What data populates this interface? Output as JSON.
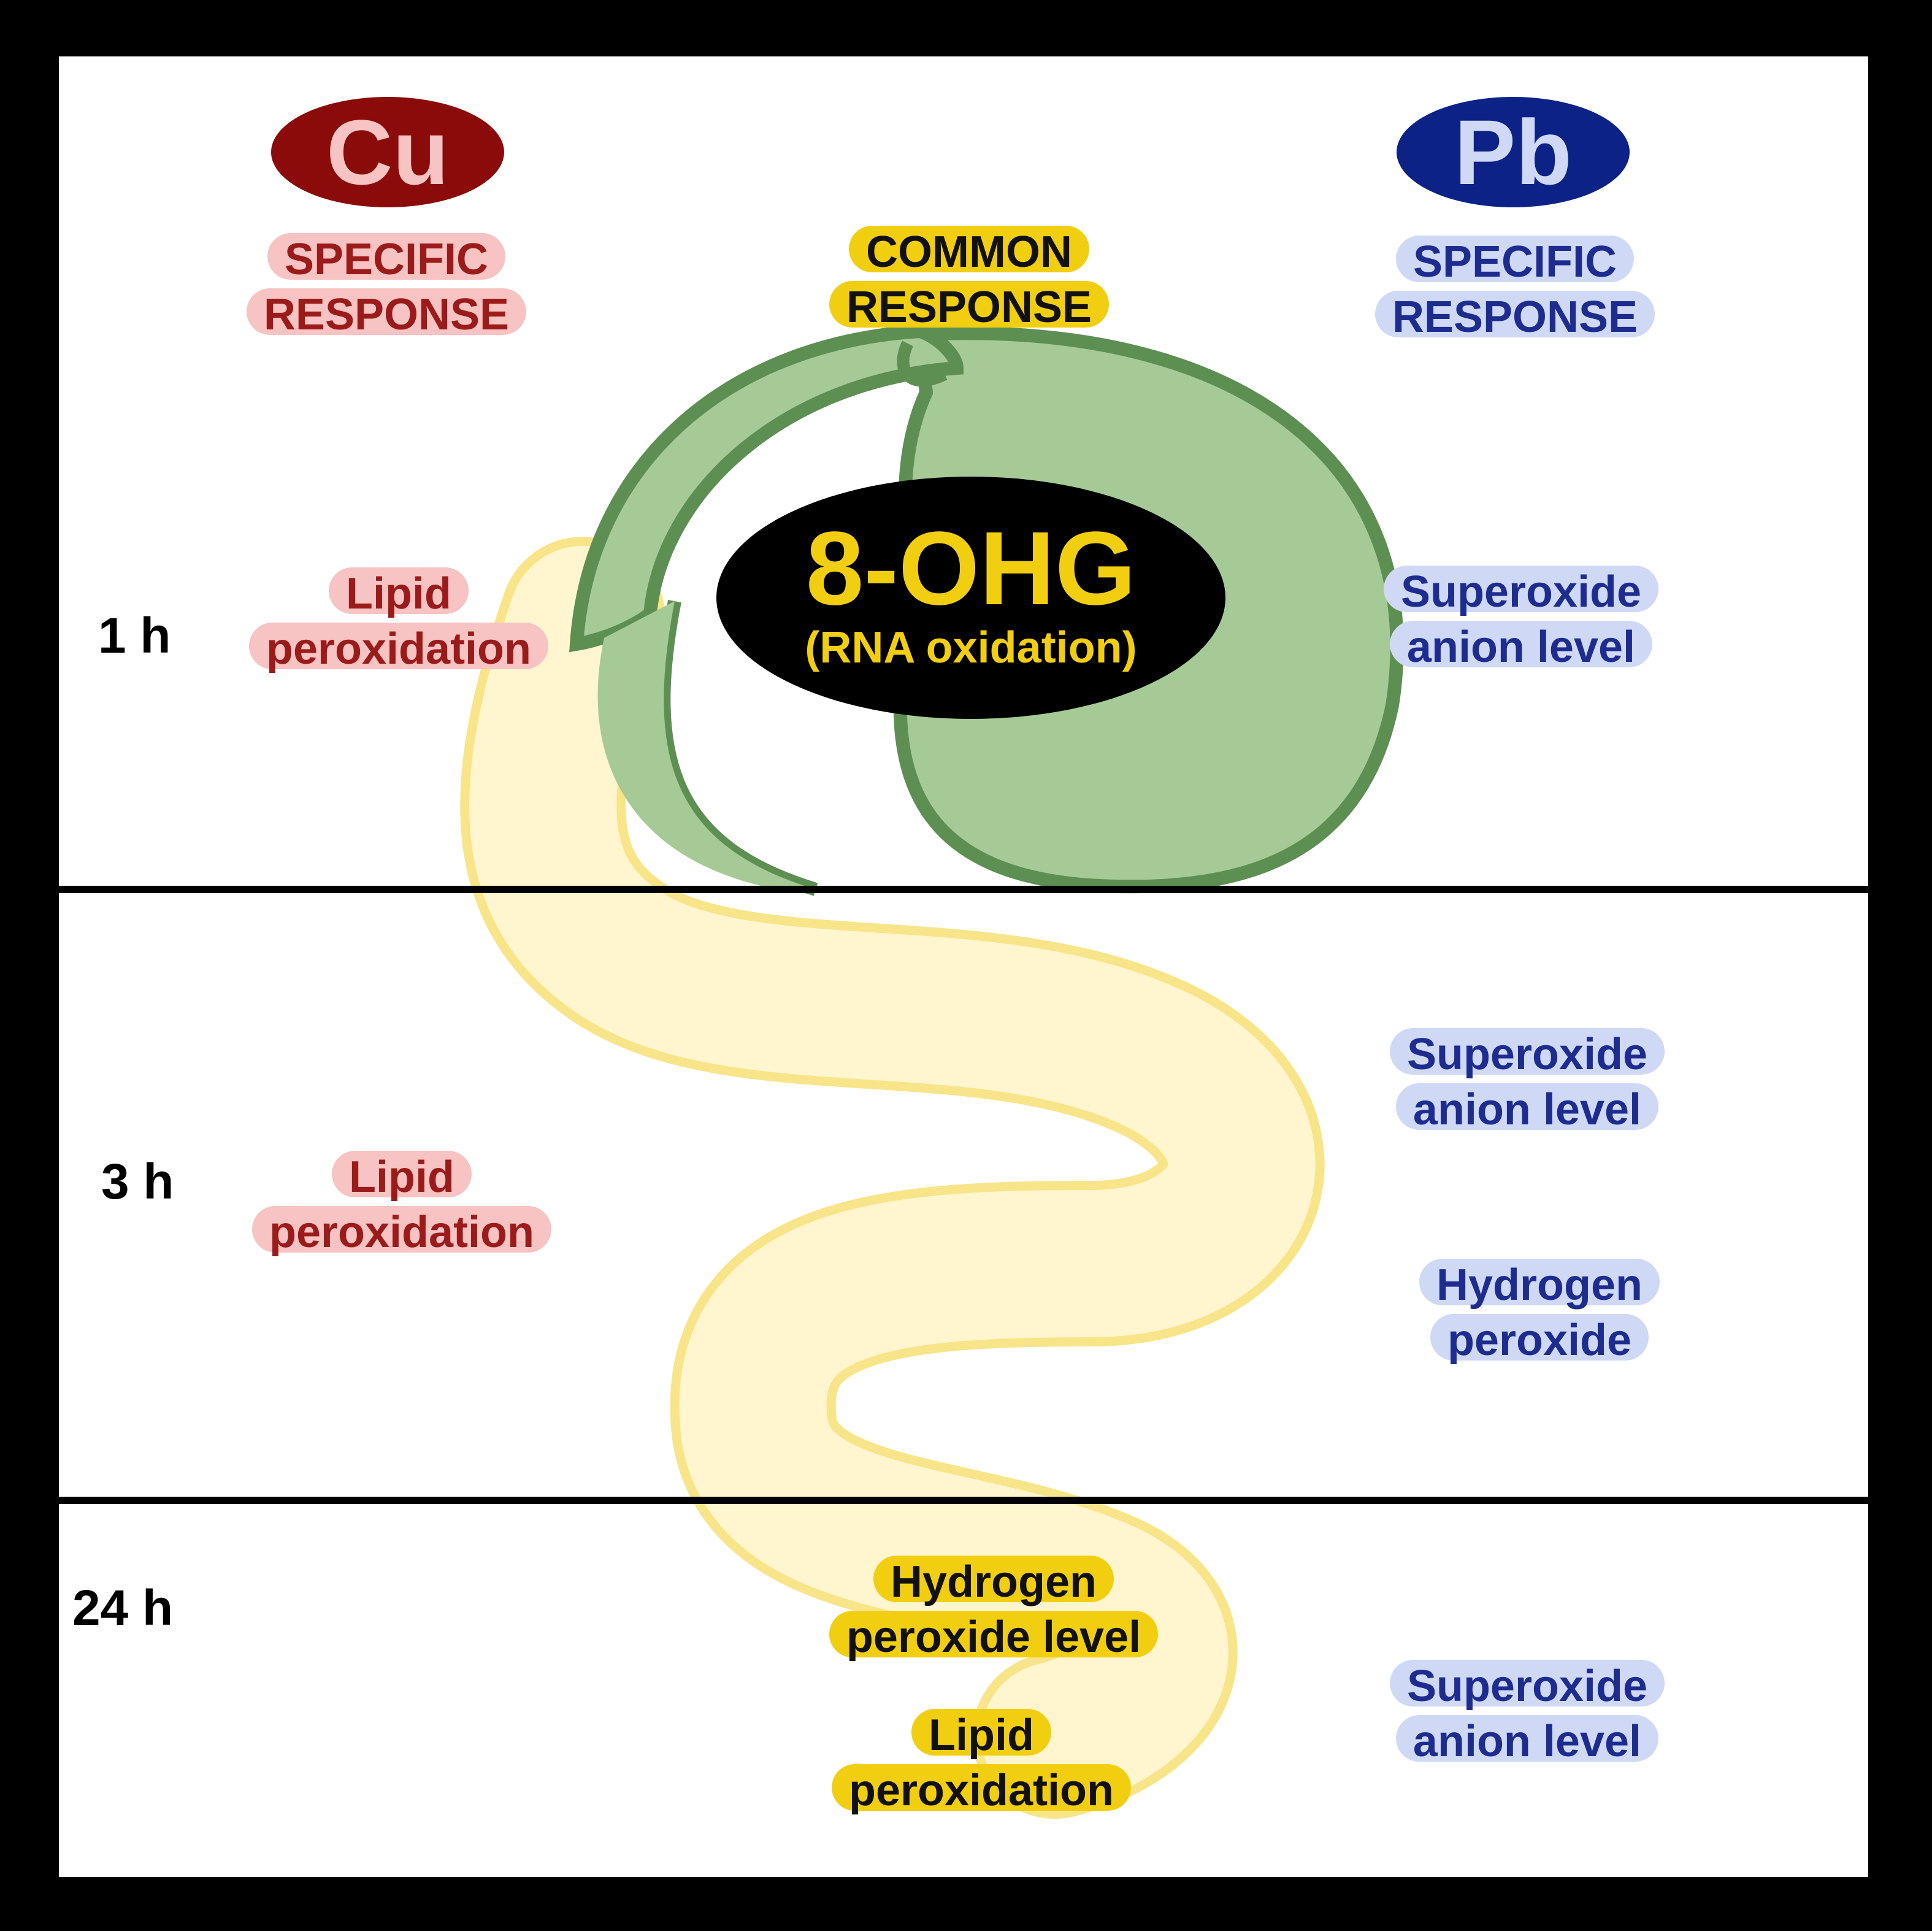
{
  "metals": {
    "cu": "Cu",
    "pb": "Pb"
  },
  "headers": {
    "cu_specific": [
      "SPECIFIC",
      "RESPONSE"
    ],
    "common": [
      "COMMON",
      "RESPONSE"
    ],
    "pb_specific": [
      "SPECIFIC",
      "RESPONSE"
    ]
  },
  "center": {
    "title": "8-OHG",
    "subtitle": "(RNA oxidation)"
  },
  "timepoints": {
    "t1": "1 h",
    "t3": "3 h",
    "t24": "24 h"
  },
  "rows": {
    "h1": {
      "cu": [
        "Lipid",
        "peroxidation"
      ],
      "pb": [
        "Superoxide",
        "anion level"
      ]
    },
    "h3": {
      "cu": [
        "Lipid",
        "peroxidation"
      ],
      "pb_a": [
        "Superoxide",
        "anion level"
      ],
      "pb_b": [
        "Hydrogen",
        "peroxide"
      ]
    },
    "h24": {
      "common_a": [
        "Hydrogen",
        "peroxide level"
      ],
      "common_b": [
        "Lipid",
        "peroxidation"
      ],
      "pb": [
        "Superoxide",
        "anion level"
      ]
    }
  },
  "colors": {
    "cu": "#8b0b0b",
    "pb": "#0c2286",
    "common": "#f2ce10",
    "ribbon_green": "#a6ca96",
    "ribbon_green_edge": "#5d8f53",
    "ribbon_yellow": "#fff6cf",
    "ribbon_yellow_edge": "#f8e58a"
  }
}
